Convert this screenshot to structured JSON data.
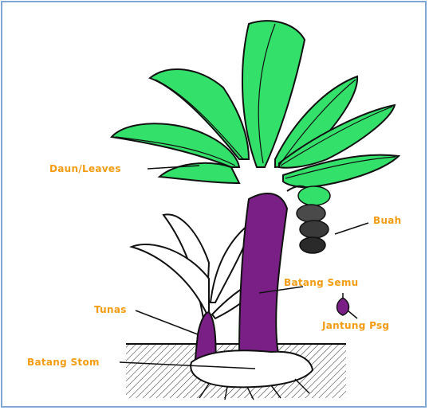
{
  "labels": {
    "daun": "Daun/Leaves",
    "buah": "Buah",
    "batang_semu": "Batang Semu",
    "tunas": "Tunas",
    "jantung": "Jantung Psg",
    "batang_stom": "Batang Stom"
  },
  "colors": {
    "leaf": "#33e06a",
    "stem": "#7a1f86",
    "label": "#f39c12",
    "ink": "#111111",
    "frame": "#7fa6d6"
  }
}
